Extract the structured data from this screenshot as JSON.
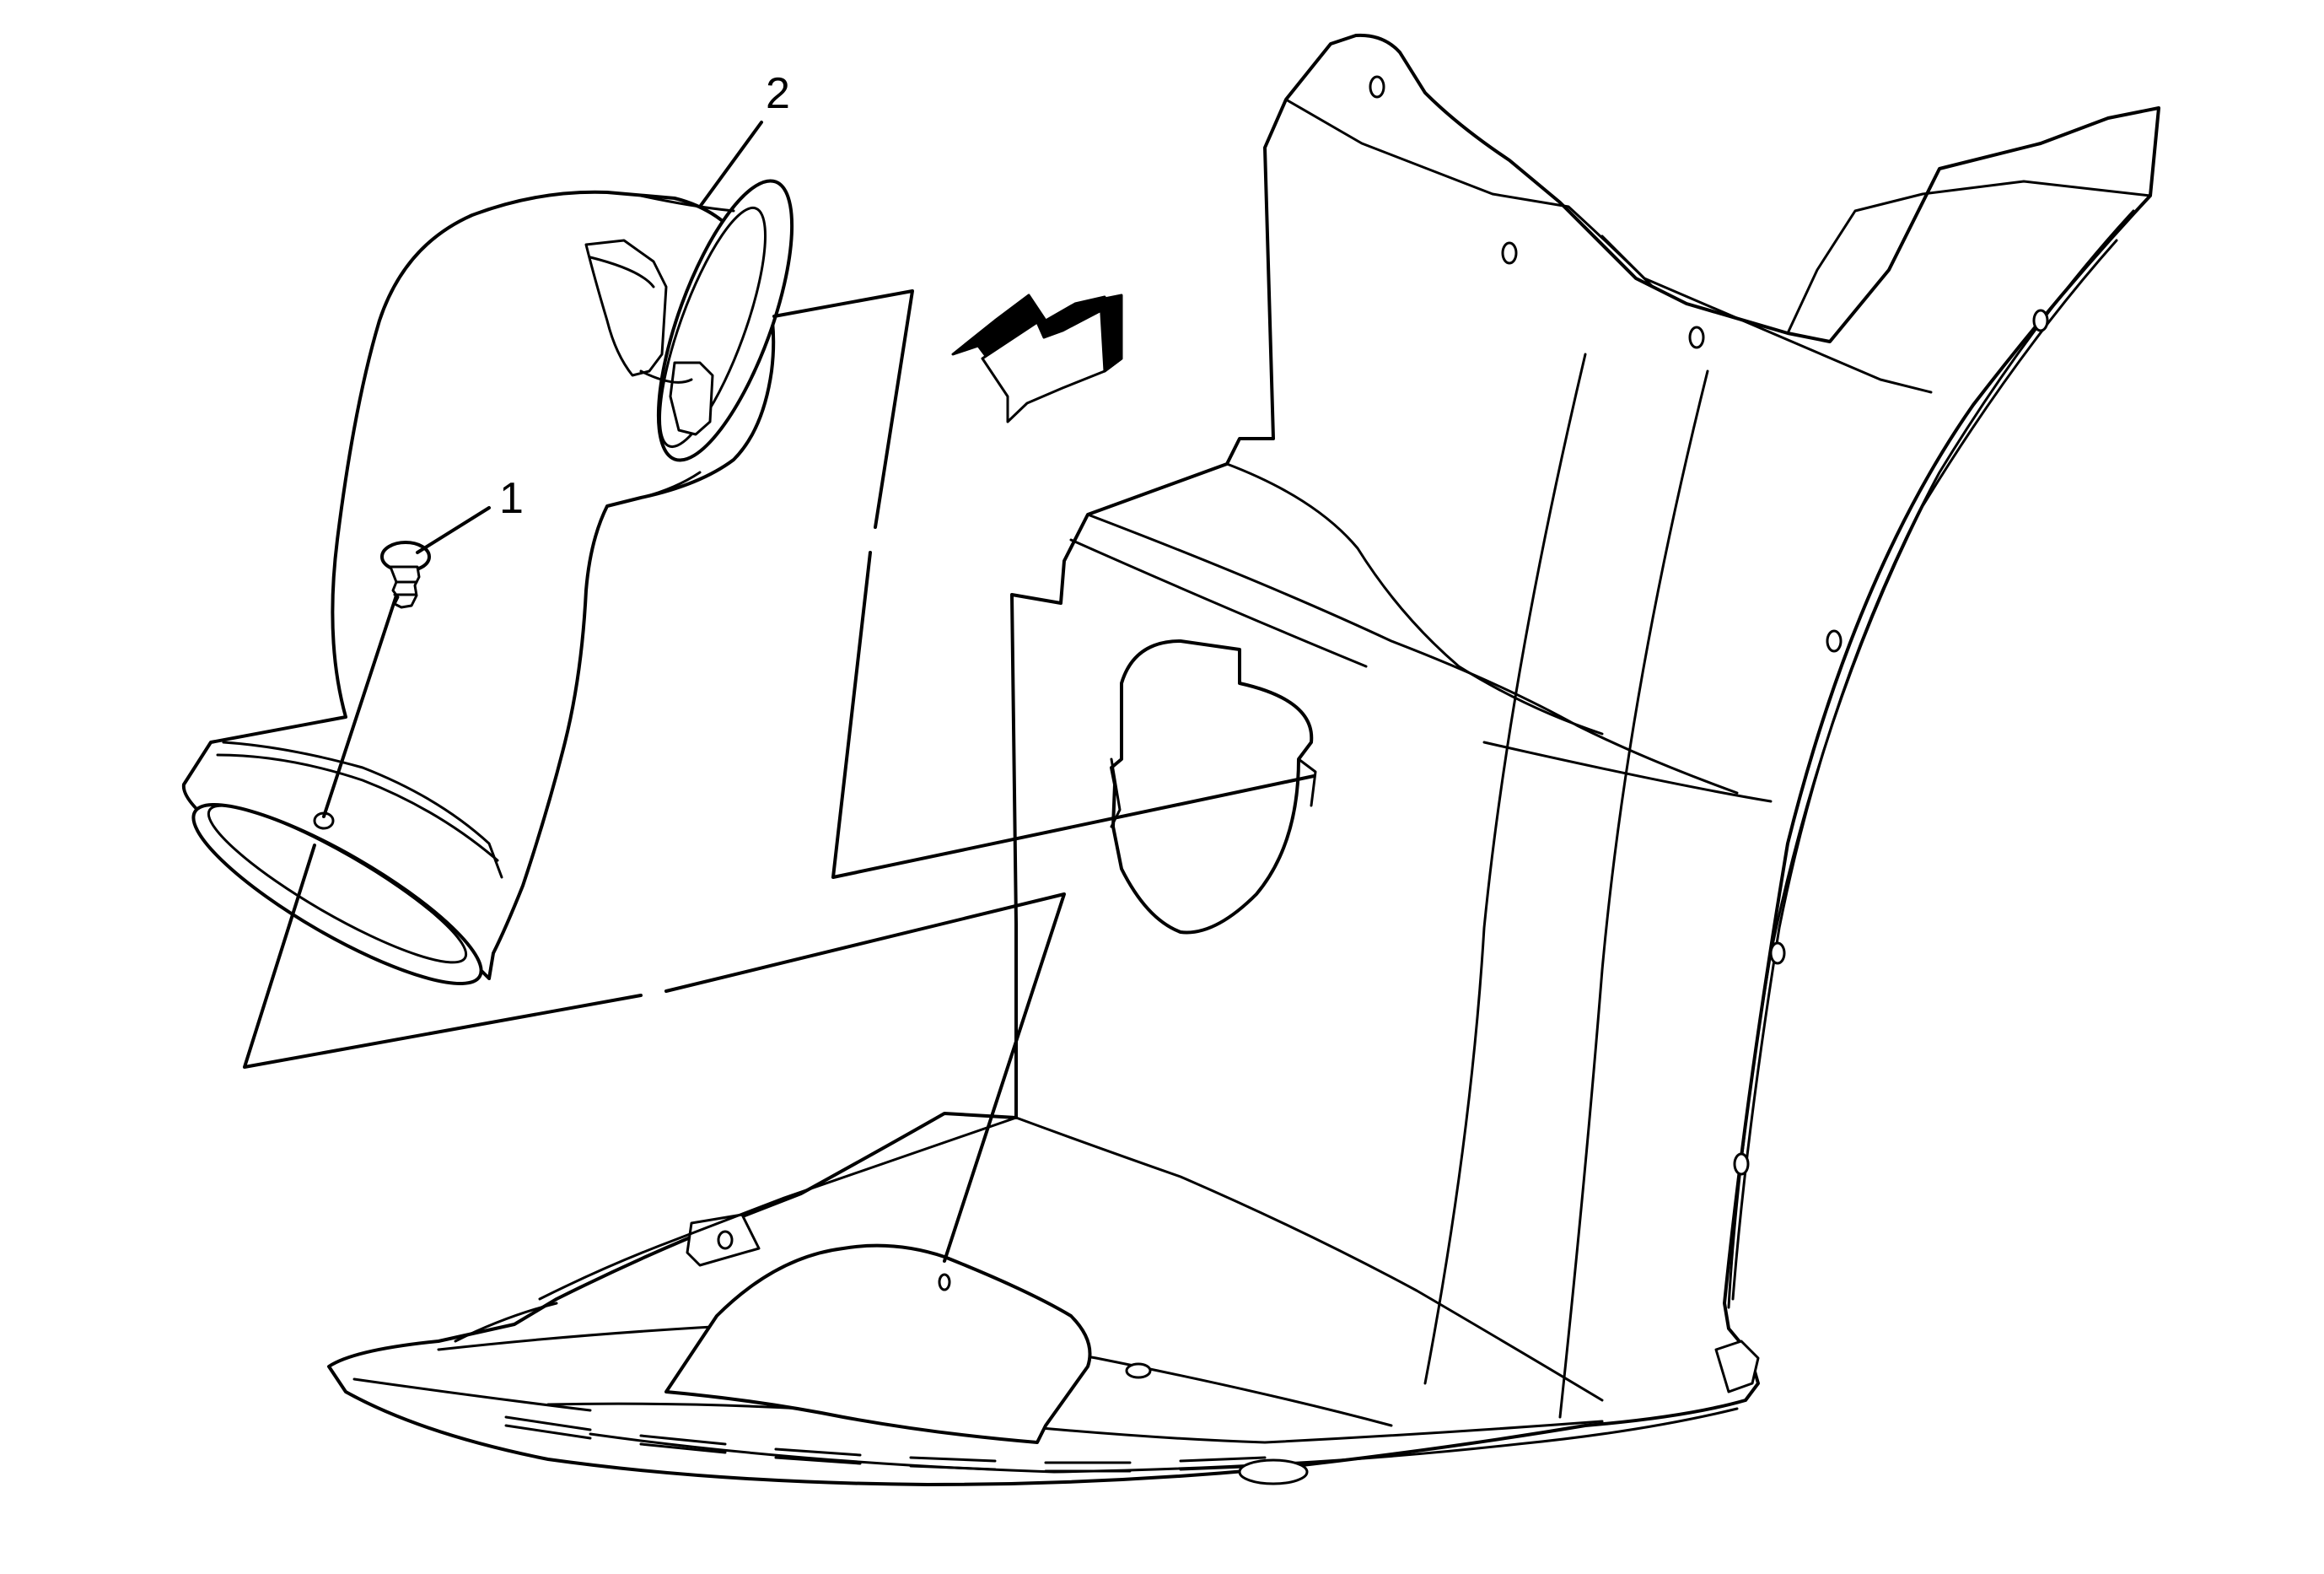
{
  "callouts": [
    {
      "id": "1",
      "label": "1"
    },
    {
      "id": "2",
      "label": "2"
    }
  ],
  "colors": {
    "ink": "#000000",
    "paper": "#ffffff",
    "arrow_fill": "#000000"
  }
}
